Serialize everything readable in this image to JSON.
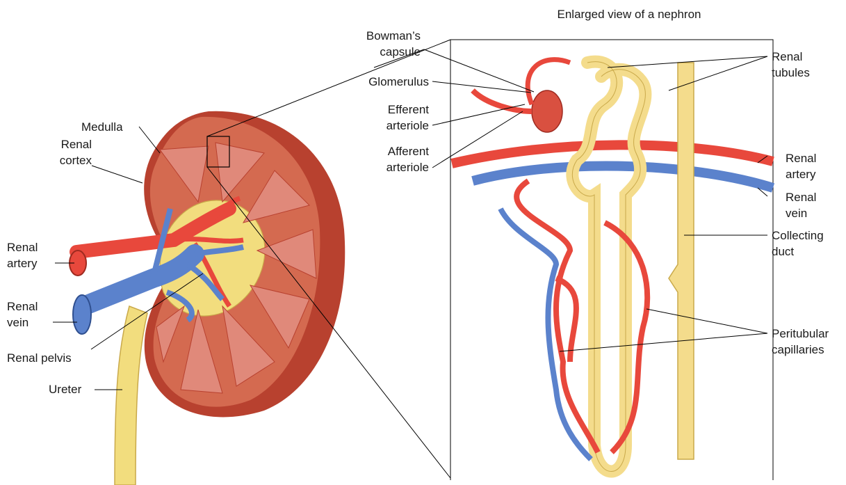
{
  "title": "Enlarged view of a nephron",
  "colors": {
    "artery": "#e8483c",
    "vein": "#5b82cc",
    "tubule": "#f4dc8c",
    "cortex": "#d46a50",
    "outer_cortex": "#b8412f",
    "pelvis": "#f2dd7e"
  },
  "kidney_labels": {
    "medulla": "Medulla",
    "renal_cortex": "Renal\ncortex",
    "renal_artery": "Renal\nartery",
    "renal_vein": "Renal\nvein",
    "renal_pelvis": "Renal pelvis",
    "ureter": "Ureter"
  },
  "nephron_labels": {
    "bowmans_capsule": "Bowman’s\ncapsule",
    "glomerulus": "Glomerulus",
    "efferent_arteriole": "Efferent\narteriole",
    "afferent_arteriole": "Afferent\narteriole",
    "renal_tubules": "Renal\ntubules",
    "renal_artery": "Renal\nartery",
    "renal_vein": "Renal\nvein",
    "collecting_duct": "Collecting\nduct",
    "peritubular_capillaries": "Peritubular\ncapillaries"
  }
}
